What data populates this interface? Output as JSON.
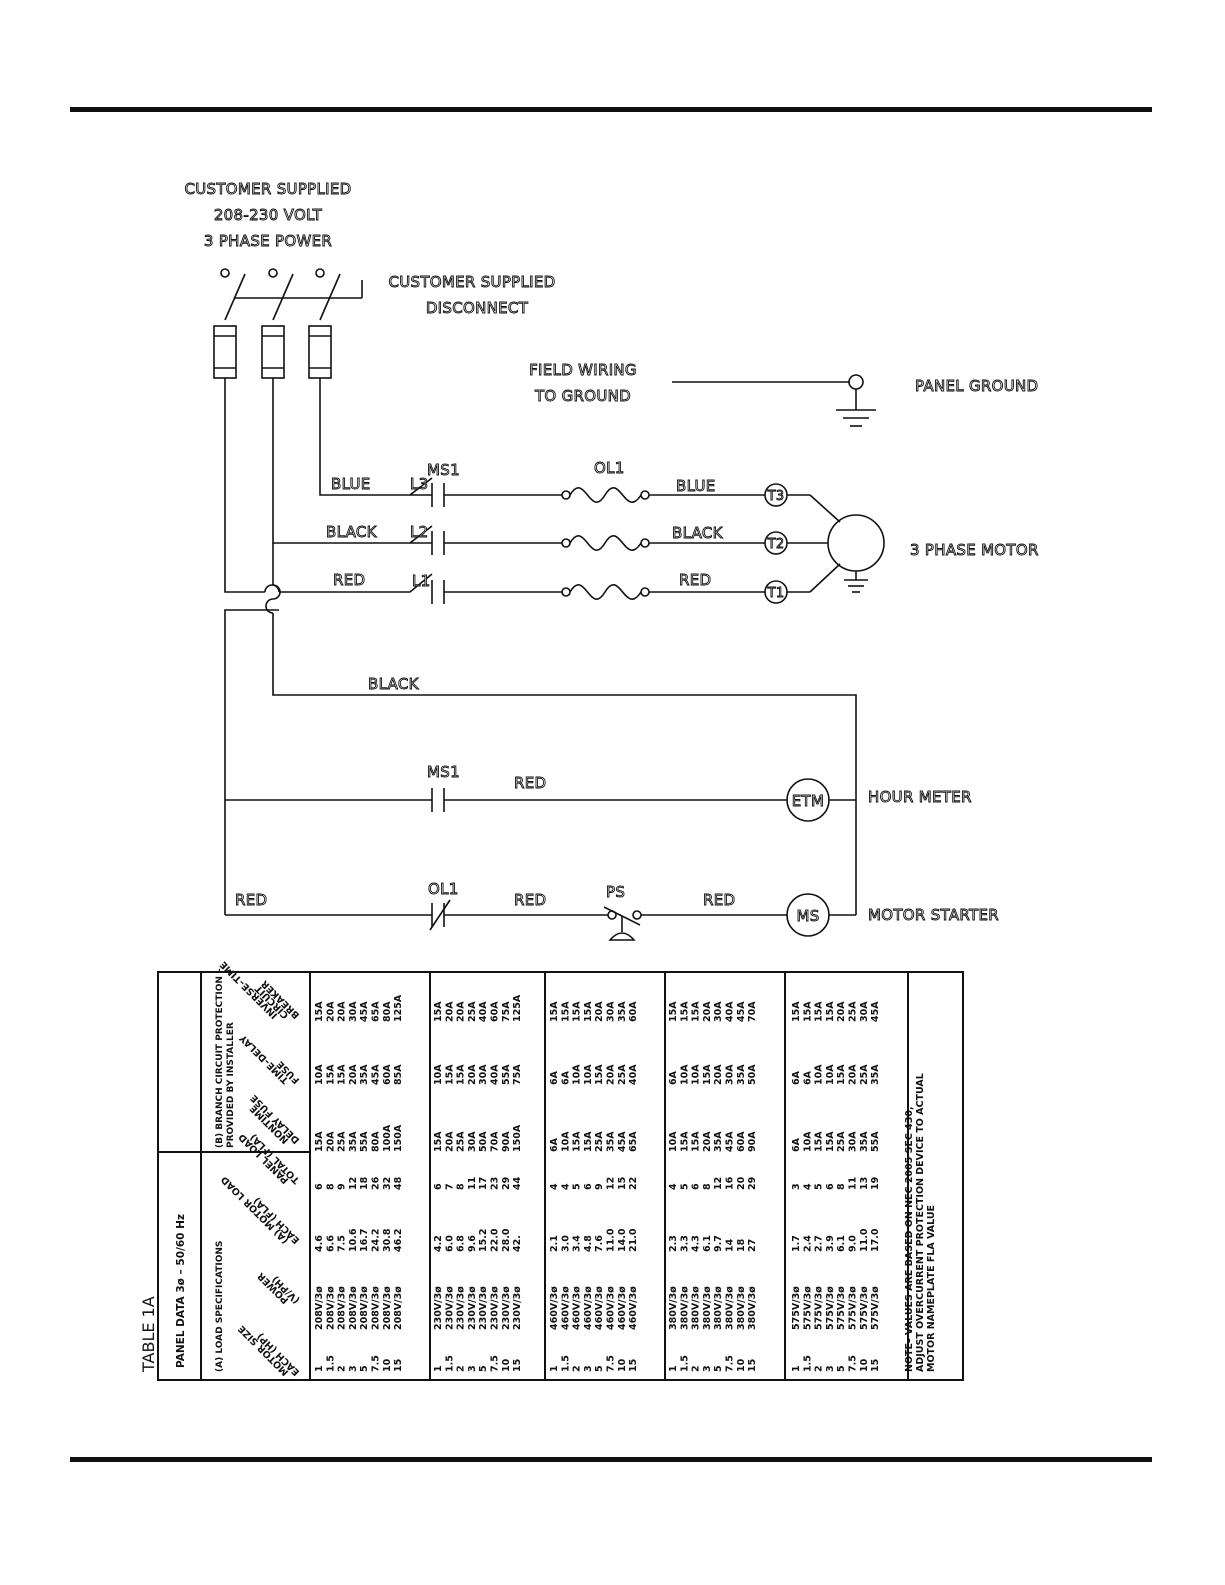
{
  "diagram": {
    "labels": {
      "customer_power_1": "CUSTOMER SUPPLIED",
      "customer_power_2": "208-230 VOLT",
      "customer_power_3": "3 PHASE POWER",
      "disconnect_1": "CUSTOMER SUPPLIED",
      "disconnect_2": "DISCONNECT",
      "field_wiring_1": "FIELD WIRING",
      "field_wiring_2": "TO GROUND",
      "panel_ground": "PANEL GROUND",
      "motor": "3 PHASE MOTOR",
      "hour_meter": "HOUR METER",
      "motor_starter": "MOTOR STARTER"
    },
    "wires": {
      "blue_in": "BLUE",
      "black_in": "BLACK",
      "red_in": "RED",
      "blue_out": "BLUE",
      "black_out": "BLACK",
      "red_out": "RED",
      "black_ctrl": "BLACK",
      "red_etm": "RED",
      "red_left": "RED",
      "red_mid": "RED",
      "red_right": "RED"
    },
    "components": {
      "ms1_top": "MS1",
      "ol1_top": "OL1",
      "l3": "L3",
      "l2": "L2",
      "l1": "L1",
      "t3": "T3",
      "t2": "T2",
      "t1": "T1",
      "ms1_ctrl": "MS1",
      "etm": "ETM",
      "ol1_ctrl": "OL1",
      "ps": "PS",
      "ms": "MS"
    }
  },
  "table": {
    "title": "TABLE 1A",
    "subtitle": "PANEL DATA 3ø – 50/60 Hz",
    "section_a": "(A) LOAD SPECIFICATIONS",
    "section_b1": "(B) BRANCH CIRCUIT PROTECTION –",
    "section_b2": "PROVIDED BY INSTALLER",
    "col_headers": [
      [
        "MOTOR SIZE",
        "EACH (HP)"
      ],
      [
        "POWER",
        "(V/PH)"
      ],
      [
        "(A) MOTOR LOAD",
        "EACH (FLA)"
      ],
      [
        "PANEL LOAD",
        "TOTAL (FLA)"
      ],
      [
        "NONTIME",
        "DELAY FUSE"
      ],
      [
        "TIME–DELAY",
        "FUSE"
      ],
      [
        "INVERSE–TIME",
        "CIRCUIT",
        "BREAKER"
      ]
    ],
    "groups": [
      {
        "hp": [
          "1",
          "1.5",
          "2",
          "3",
          "5",
          "7.5",
          "10",
          "15"
        ],
        "power": [
          "208V/3ø",
          "208V/3ø",
          "208V/3ø",
          "208V/3ø",
          "208V/3ø",
          "208V/3ø",
          "208V/3ø",
          "208V/3ø"
        ],
        "motor_fla": [
          "4.6",
          "6.6",
          "7.5",
          "10.6",
          "16.7",
          "24.2",
          "30.8",
          "46.2"
        ],
        "panel_fla": [
          "6",
          "8",
          "9",
          "12",
          "18",
          "26",
          "32",
          "48"
        ],
        "nontime": [
          "15A",
          "20A",
          "25A",
          "35A",
          "55A",
          "80A",
          "100A",
          "150A"
        ],
        "timedelay": [
          "10A",
          "15A",
          "15A",
          "20A",
          "35A",
          "45A",
          "60A",
          "85A"
        ],
        "breaker": [
          "15A",
          "20A",
          "20A",
          "30A",
          "45A",
          "65A",
          "80A",
          "125A"
        ]
      },
      {
        "hp": [
          "1",
          "1.5",
          "2",
          "3",
          "5",
          "7.5",
          "10",
          "15"
        ],
        "power": [
          "230V/3ø",
          "230V/3ø",
          "230V/3ø",
          "230V/3ø",
          "230V/3ø",
          "230V/3ø",
          "230V/3ø",
          "230V/3ø"
        ],
        "motor_fla": [
          "4.2",
          "6.0",
          "6.8",
          "9.6",
          "15.2",
          "22.0",
          "28.0",
          "42."
        ],
        "panel_fla": [
          "6",
          "7",
          "8",
          "11",
          "17",
          "23",
          "29",
          "44"
        ],
        "nontime": [
          "15A",
          "20A",
          "25A",
          "30A",
          "50A",
          "70A",
          "90A",
          "150A"
        ],
        "timedelay": [
          "10A",
          "15A",
          "15A",
          "20A",
          "30A",
          "40A",
          "55A",
          "75A"
        ],
        "breaker": [
          "15A",
          "20A",
          "20A",
          "25A",
          "40A",
          "60A",
          "75A",
          "125A"
        ]
      },
      {
        "hp": [
          "1",
          "1.5",
          "2",
          "3",
          "5",
          "7.5",
          "10",
          "15"
        ],
        "power": [
          "460V/3ø",
          "460V/3ø",
          "460V/3ø",
          "460V/3ø",
          "460V/3ø",
          "460V/3ø",
          "460V/3ø",
          "460V/3ø"
        ],
        "motor_fla": [
          "2.1",
          "3.0",
          "3.4",
          "4.8",
          "7.6",
          "11.0",
          "14.0",
          "21.0"
        ],
        "panel_fla": [
          "4",
          "4",
          "5",
          "6",
          "9",
          "12",
          "15",
          "22"
        ],
        "nontime": [
          "6A",
          "10A",
          "15A",
          "15A",
          "25A",
          "35A",
          "45A",
          "65A"
        ],
        "timedelay": [
          "6A",
          "6A",
          "10A",
          "10A",
          "15A",
          "20A",
          "25A",
          "40A"
        ],
        "breaker": [
          "15A",
          "15A",
          "15A",
          "15A",
          "20A",
          "30A",
          "35A",
          "60A"
        ]
      },
      {
        "hp": [
          "1",
          "1.5",
          "2",
          "3",
          "5",
          "7.5",
          "10",
          "15"
        ],
        "power": [
          "380V/3ø",
          "380V/3ø",
          "380V/3ø",
          "380V/3ø",
          "380V/3ø",
          "380V/3ø",
          "380V/3ø",
          "380V/3ø"
        ],
        "motor_fla": [
          "2.3",
          "3.3",
          "4.3",
          "6.1",
          "9.7",
          "14",
          "18",
          "27"
        ],
        "panel_fla": [
          "4",
          "5",
          "6",
          "8",
          "12",
          "16",
          "20",
          "29"
        ],
        "nontime": [
          "10A",
          "15A",
          "15A",
          "20A",
          "35A",
          "45A",
          "60A",
          "90A"
        ],
        "timedelay": [
          "6A",
          "10A",
          "10A",
          "15A",
          "20A",
          "30A",
          "35A",
          "50A"
        ],
        "breaker": [
          "15A",
          "15A",
          "15A",
          "20A",
          "30A",
          "40A",
          "45A",
          "70A"
        ]
      },
      {
        "hp": [
          "1",
          "1.5",
          "2",
          "3",
          "5",
          "7.5",
          "10",
          "15"
        ],
        "power": [
          "575V/3ø",
          "575V/3ø",
          "575V/3ø",
          "575V/3ø",
          "575V/3ø",
          "575V/3ø",
          "575V/3ø",
          "575V/3ø"
        ],
        "motor_fla": [
          "1.7",
          "2.4",
          "2.7",
          "3.9",
          "6.1",
          "9.0",
          "11.0",
          "17.0"
        ],
        "panel_fla": [
          "3",
          "4",
          "5",
          "6",
          "8",
          "11",
          "13",
          "19"
        ],
        "nontime": [
          "6A",
          "10A",
          "15A",
          "15A",
          "25A",
          "30A",
          "35A",
          "55A"
        ],
        "timedelay": [
          "6A",
          "6A",
          "10A",
          "10A",
          "15A",
          "20A",
          "25A",
          "35A"
        ],
        "breaker": [
          "15A",
          "15A",
          "15A",
          "15A",
          "20A",
          "25A",
          "30A",
          "45A"
        ]
      }
    ],
    "note": [
      "NOTE– VALUES ARE BASED ON NEC 2005 SEC 430,",
      "ADJUST OVERCURRENT PROTECTION DEVICE TO ACTUAL",
      "MOTOR NAMEPLATE FLA VALUE"
    ]
  }
}
